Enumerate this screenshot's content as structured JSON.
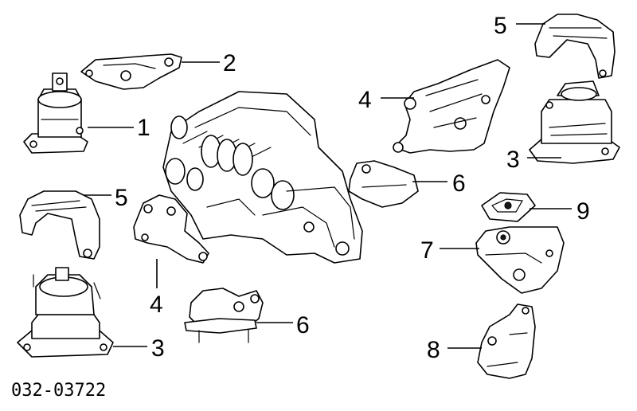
{
  "colors": {
    "ink": "#000000",
    "paper": "#ffffff"
  },
  "callouts": {
    "c1": "1",
    "c2": "2",
    "c3a": "3",
    "c3b": "3",
    "c4a": "4",
    "c4b": "4",
    "c5a": "5",
    "c5b": "5",
    "c6a": "6",
    "c6b": "6",
    "c7": "7",
    "c8": "8",
    "c9": "9"
  },
  "catalog_number": "032-03722"
}
